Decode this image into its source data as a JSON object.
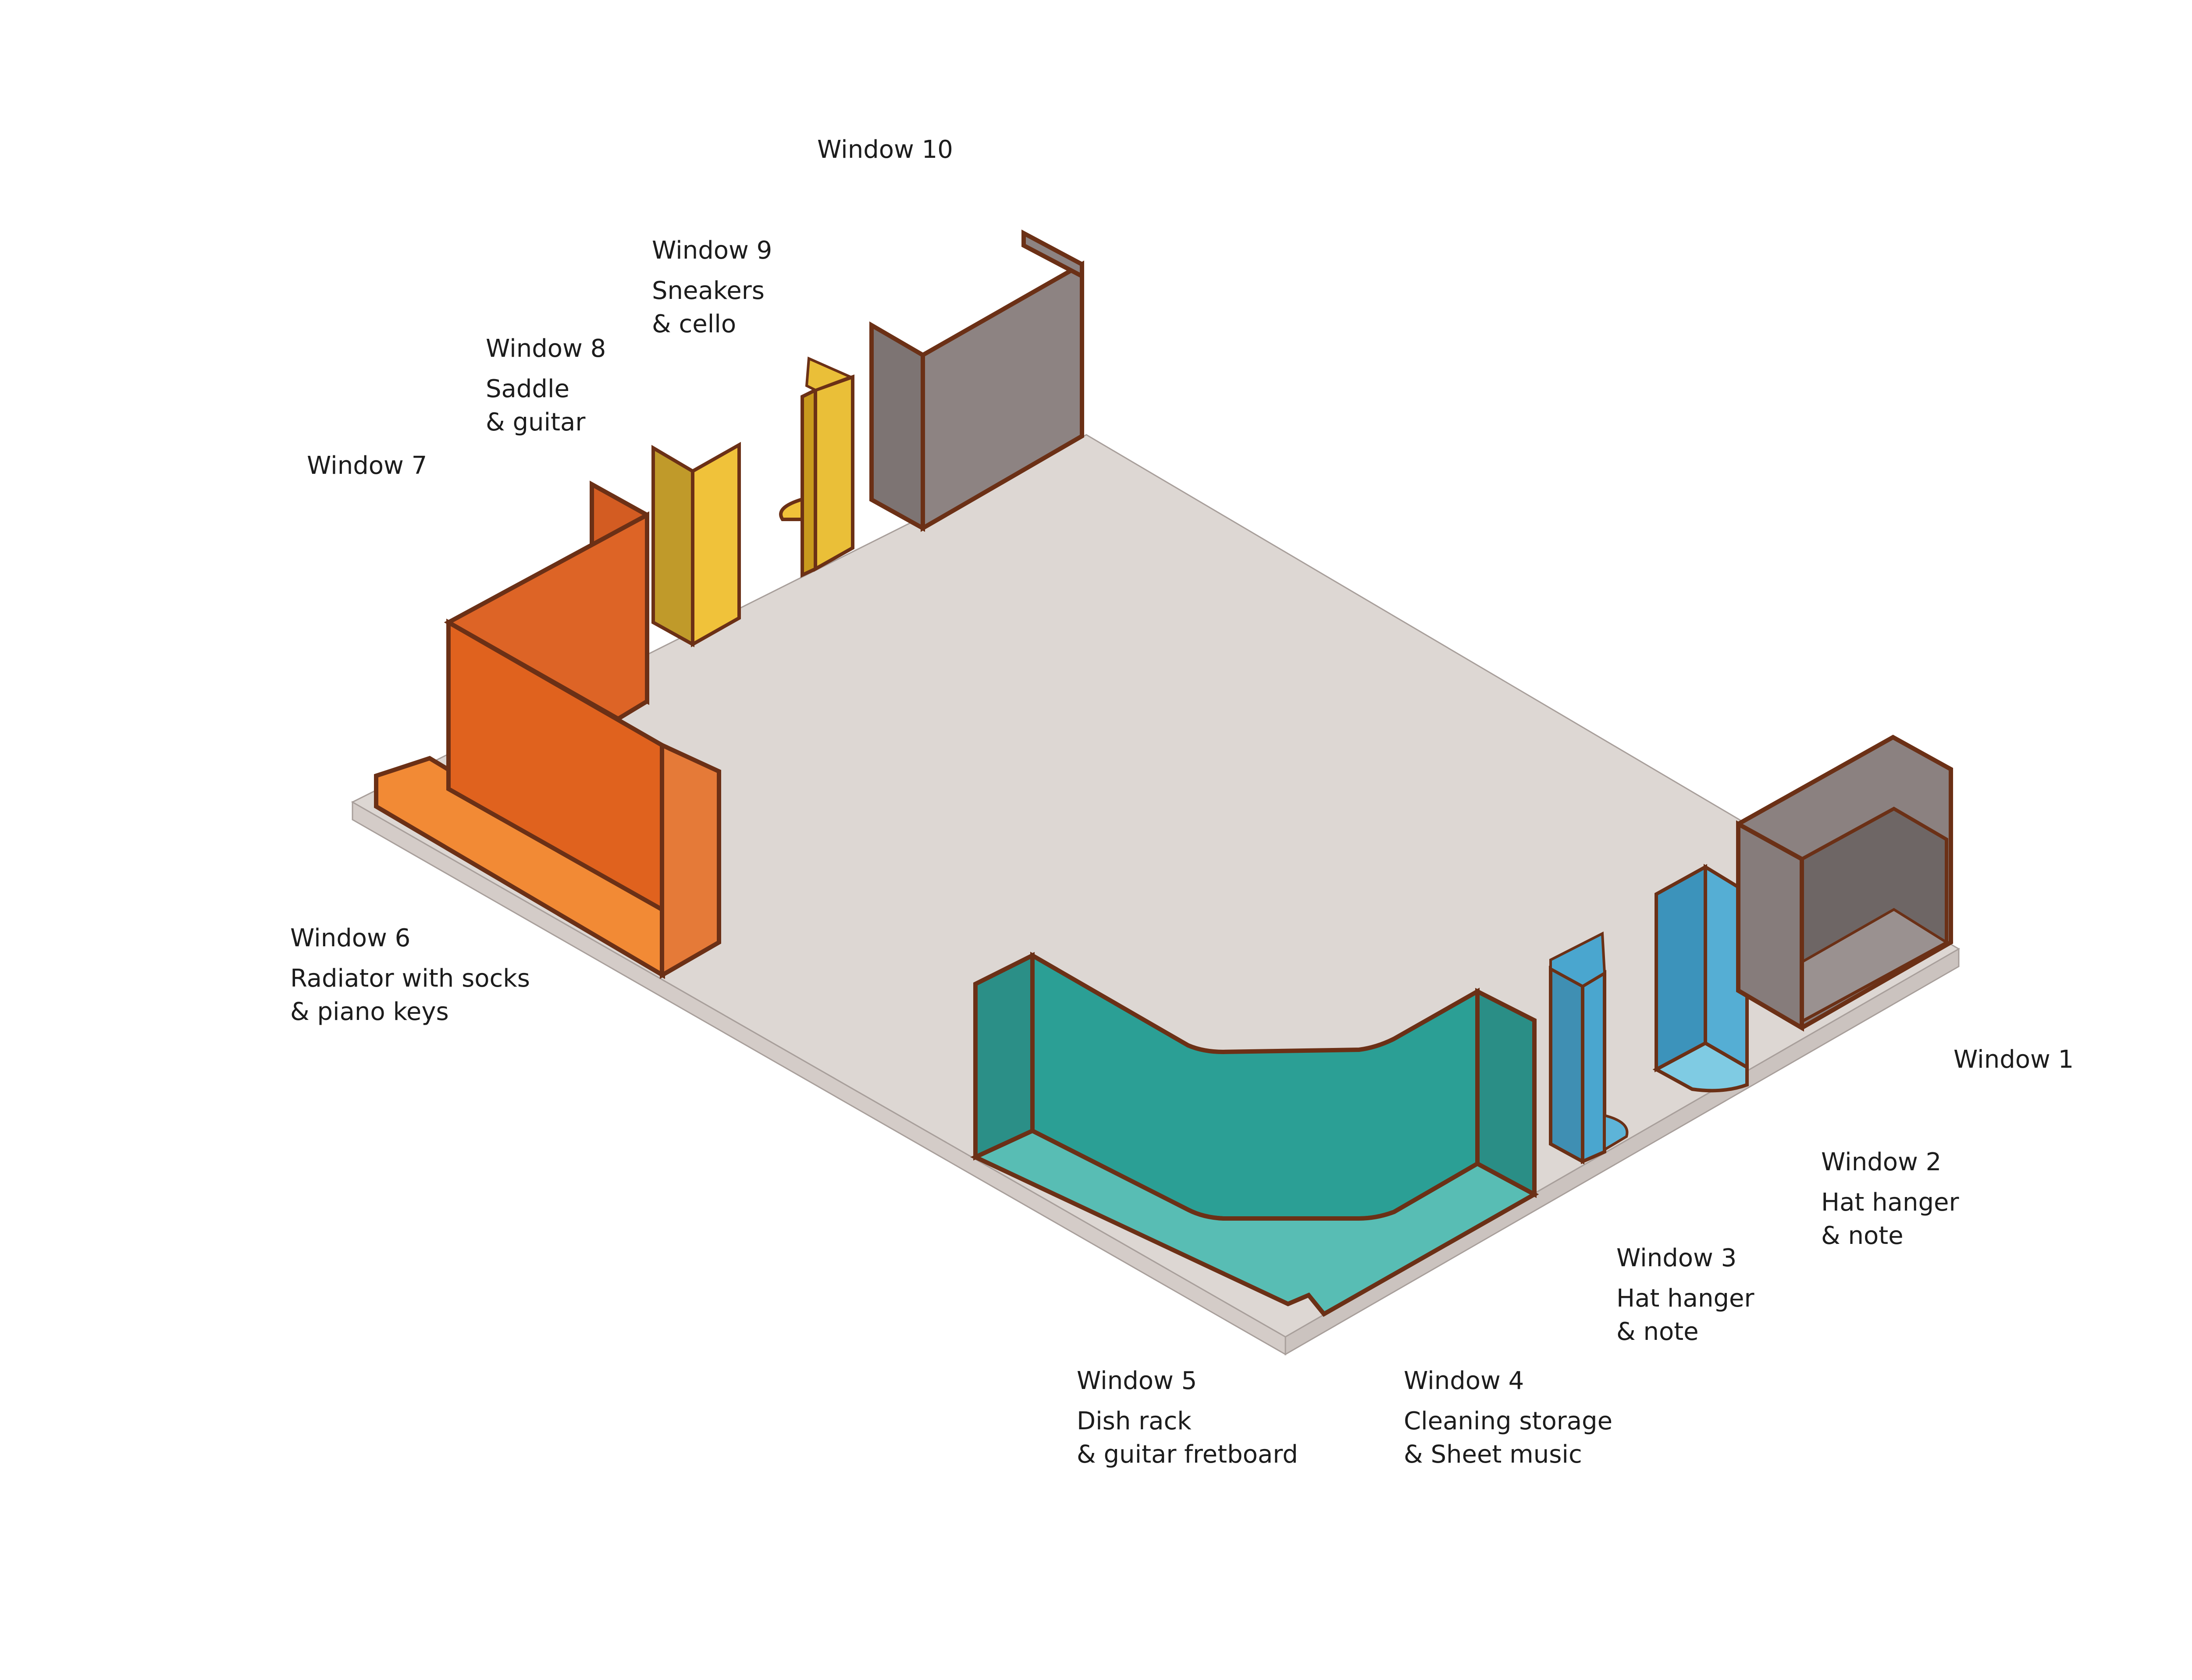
{
  "diagram": {
    "colors": {
      "floor_top": "#ddd7d3",
      "floor_side": "#d8d2ce",
      "wall_edge": "#7a3a1e",
      "gray_wall": "#8b8180",
      "orange_wall": "#e0621e",
      "orange_floor": "#f28a35",
      "yellow_wall": "#f0c23a",
      "teal_wall": "#2a9f94",
      "teal_floor": "#58bdb4",
      "blue_wall": "#4aa6cf"
    },
    "windows": [
      {
        "id": "window-10",
        "title": "Window 10",
        "lines": []
      },
      {
        "id": "window-9",
        "title": "Window 9",
        "lines": [
          "Sneakers",
          "& cello"
        ]
      },
      {
        "id": "window-8",
        "title": "Window 8",
        "lines": [
          "Saddle",
          "& guitar"
        ]
      },
      {
        "id": "window-7",
        "title": "Window 7",
        "lines": []
      },
      {
        "id": "window-6",
        "title": "Window 6",
        "lines": [
          "Radiator with socks",
          "& piano keys"
        ]
      },
      {
        "id": "window-5",
        "title": "Window 5",
        "lines": [
          "Dish rack",
          "& guitar fretboard"
        ]
      },
      {
        "id": "window-4",
        "title": "Window 4",
        "lines": [
          "Cleaning storage",
          "& Sheet music"
        ]
      },
      {
        "id": "window-3",
        "title": "Window 3",
        "lines": [
          "Hat hanger",
          "& note"
        ]
      },
      {
        "id": "window-2",
        "title": "Window 2",
        "lines": [
          "Hat hanger",
          "& note"
        ]
      },
      {
        "id": "window-1",
        "title": "Window 1",
        "lines": []
      }
    ]
  }
}
